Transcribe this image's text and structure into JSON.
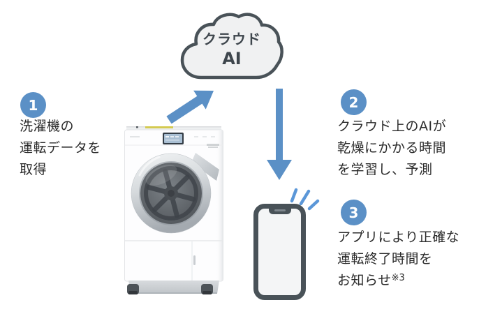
{
  "colors": {
    "accent_blue": "#5b90c6",
    "ray_blue": "#5b97d8",
    "outline_dark": "#495258",
    "cloud_fill": "#f0f1f2",
    "text_dark": "#2b2b2b"
  },
  "cloud": {
    "line1": "クラウド",
    "line2": "AI"
  },
  "steps": [
    {
      "number": "1",
      "lines": [
        "洗濯機の",
        "運転データを",
        "取得"
      ]
    },
    {
      "number": "2",
      "lines": [
        "クラウド上のAIが",
        "乾燥にかかる時間",
        "を学習し、予測"
      ]
    },
    {
      "number": "3",
      "lines": [
        "アプリにより正確な",
        "運転終了時間を",
        "お知らせ"
      ],
      "note_suffix": "※3"
    }
  ],
  "icons": {
    "cloud": "cloud-ai-icon",
    "upload_arrow": "upload-arrow-icon",
    "download_arrow": "download-arrow-icon",
    "washer": "washing-machine-illustration",
    "phone": "smartphone-icon",
    "rays": "notification-rays-icon"
  }
}
